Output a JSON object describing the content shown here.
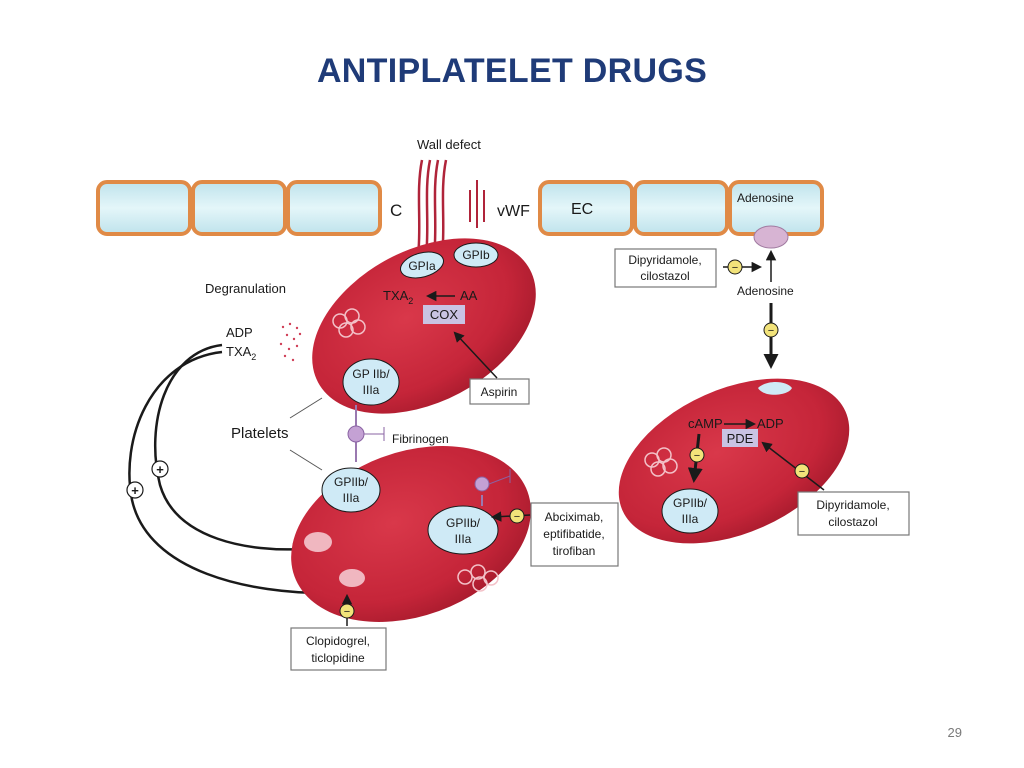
{
  "slide": {
    "title": "ANTIPLATELET DRUGS",
    "page_number": "29"
  },
  "diagram": {
    "wall_defect": "Wall defect",
    "collagen": "C",
    "vwf": "vWF",
    "ec": "EC",
    "adenosine_top": "Adenosine",
    "adenosine_mid": "Adenosine",
    "dipyridamole_top": [
      "Dipyridamole,",
      "cilostazol"
    ],
    "degranulation": "Degranulation",
    "adp": "ADP",
    "txa2_left": "TXA",
    "txa2_left_sub": "2",
    "gp1a": "GPIa",
    "gp1b": "GPIb",
    "txa2_top": "TXA",
    "txa2_top_sub": "2",
    "aa": "AA",
    "cox": "COX",
    "gp2b3a_top": [
      "GP IIb/",
      "IIIa"
    ],
    "aspirin": "Aspirin",
    "platelets": "Platelets",
    "fibrinogen": "Fibrinogen",
    "gp2b3a_left": [
      "GPIIb/",
      "IIIa"
    ],
    "gp2b3a_right": [
      "GPIIb/",
      "IIIa"
    ],
    "abciximab": [
      "Abciximab,",
      "eptifibatide,",
      "tirofiban"
    ],
    "clopidogrel": [
      "Clopidogrel,",
      "ticlopidine"
    ],
    "camp": "cAMP",
    "adp_right": "ADP",
    "pde": "PDE",
    "gp2b3a_rp": [
      "GPIIb/",
      "IIIa"
    ],
    "dipyridamole_right": [
      "Dipyridamole,",
      "cilostazol"
    ],
    "plus": "+",
    "minus": "−"
  },
  "colors": {
    "title": "#1f3b78",
    "platelet": "#c8283a",
    "cell_fill": "#d3eef4",
    "cell_border": "#e08a46",
    "receptor": "#cfeaf6",
    "enzyme_box": "#c9c3e3",
    "membrane_channel": "#d7b4d3"
  }
}
